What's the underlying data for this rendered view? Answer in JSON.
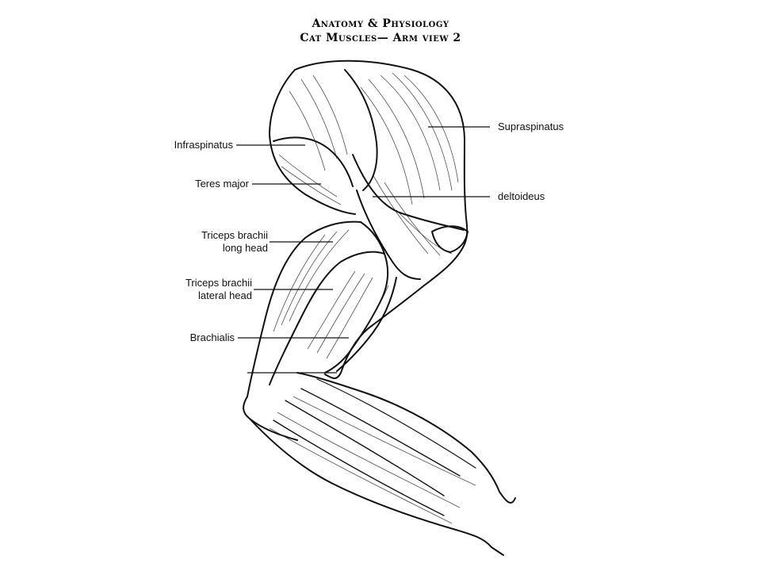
{
  "title": {
    "line1": "Anatomy & Physiology",
    "line2": "Cat Muscles— Arm view 2"
  },
  "labels": {
    "supraspinatus": "Supraspinatus",
    "infraspinatus": "Infraspinatus",
    "teres_major": "Teres major",
    "deltoideus": "deltoideus",
    "triceps_long_1": "Triceps brachii",
    "triceps_long_2": "long head",
    "triceps_lateral_1": "Triceps brachii",
    "triceps_lateral_2": "lateral head",
    "brachialis": "Brachialis"
  },
  "colors": {
    "ink": "#111111",
    "background": "#ffffff"
  }
}
